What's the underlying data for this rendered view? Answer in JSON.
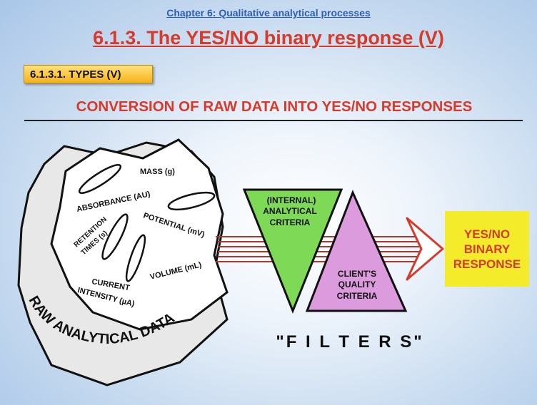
{
  "header": {
    "chapter": "Chapter 6: Qualitative analytical processes",
    "title": "6.1.3. The YES/NO binary response (V)",
    "section_badge": "6.1.3.1. TYPES (V)",
    "subtitle": "CONVERSION OF RAW DATA INTO YES/NO RESPONSES"
  },
  "raw_data": {
    "label": "RAW ANALYTICAL DATA",
    "measurements": {
      "mass": "MASS (g)",
      "absorbance": "ABSORBANCE (AU)",
      "potential": "POTENTIAL (mV)",
      "volume": "VOLUME (mL)",
      "retention_line1": "RETENTION",
      "retention_line2": "TIMES (s)",
      "current_line1": "CURRENT",
      "current_line2": "INTENSITY (µA)"
    }
  },
  "filters": {
    "label": "\"F I L T E R S\"",
    "internal_line1": "(INTERNAL)",
    "internal_line2": "ANALYTICAL",
    "internal_line3": "CRITERIA",
    "client_line1": "CLIENT'S",
    "client_line2": "QUALITY",
    "client_line3": "CRITERIA",
    "internal_color": "#7ed957",
    "client_color": "#dc9bdc"
  },
  "output": {
    "label": "YES/NO\nBINARY\nRESPONSE",
    "background": "#f4ec2b",
    "text_color": "#d63a2b"
  },
  "colors": {
    "accent_red": "#d63a2b",
    "chapter_blue": "#2f5fb5",
    "badge_gold": "#f5b21a"
  }
}
